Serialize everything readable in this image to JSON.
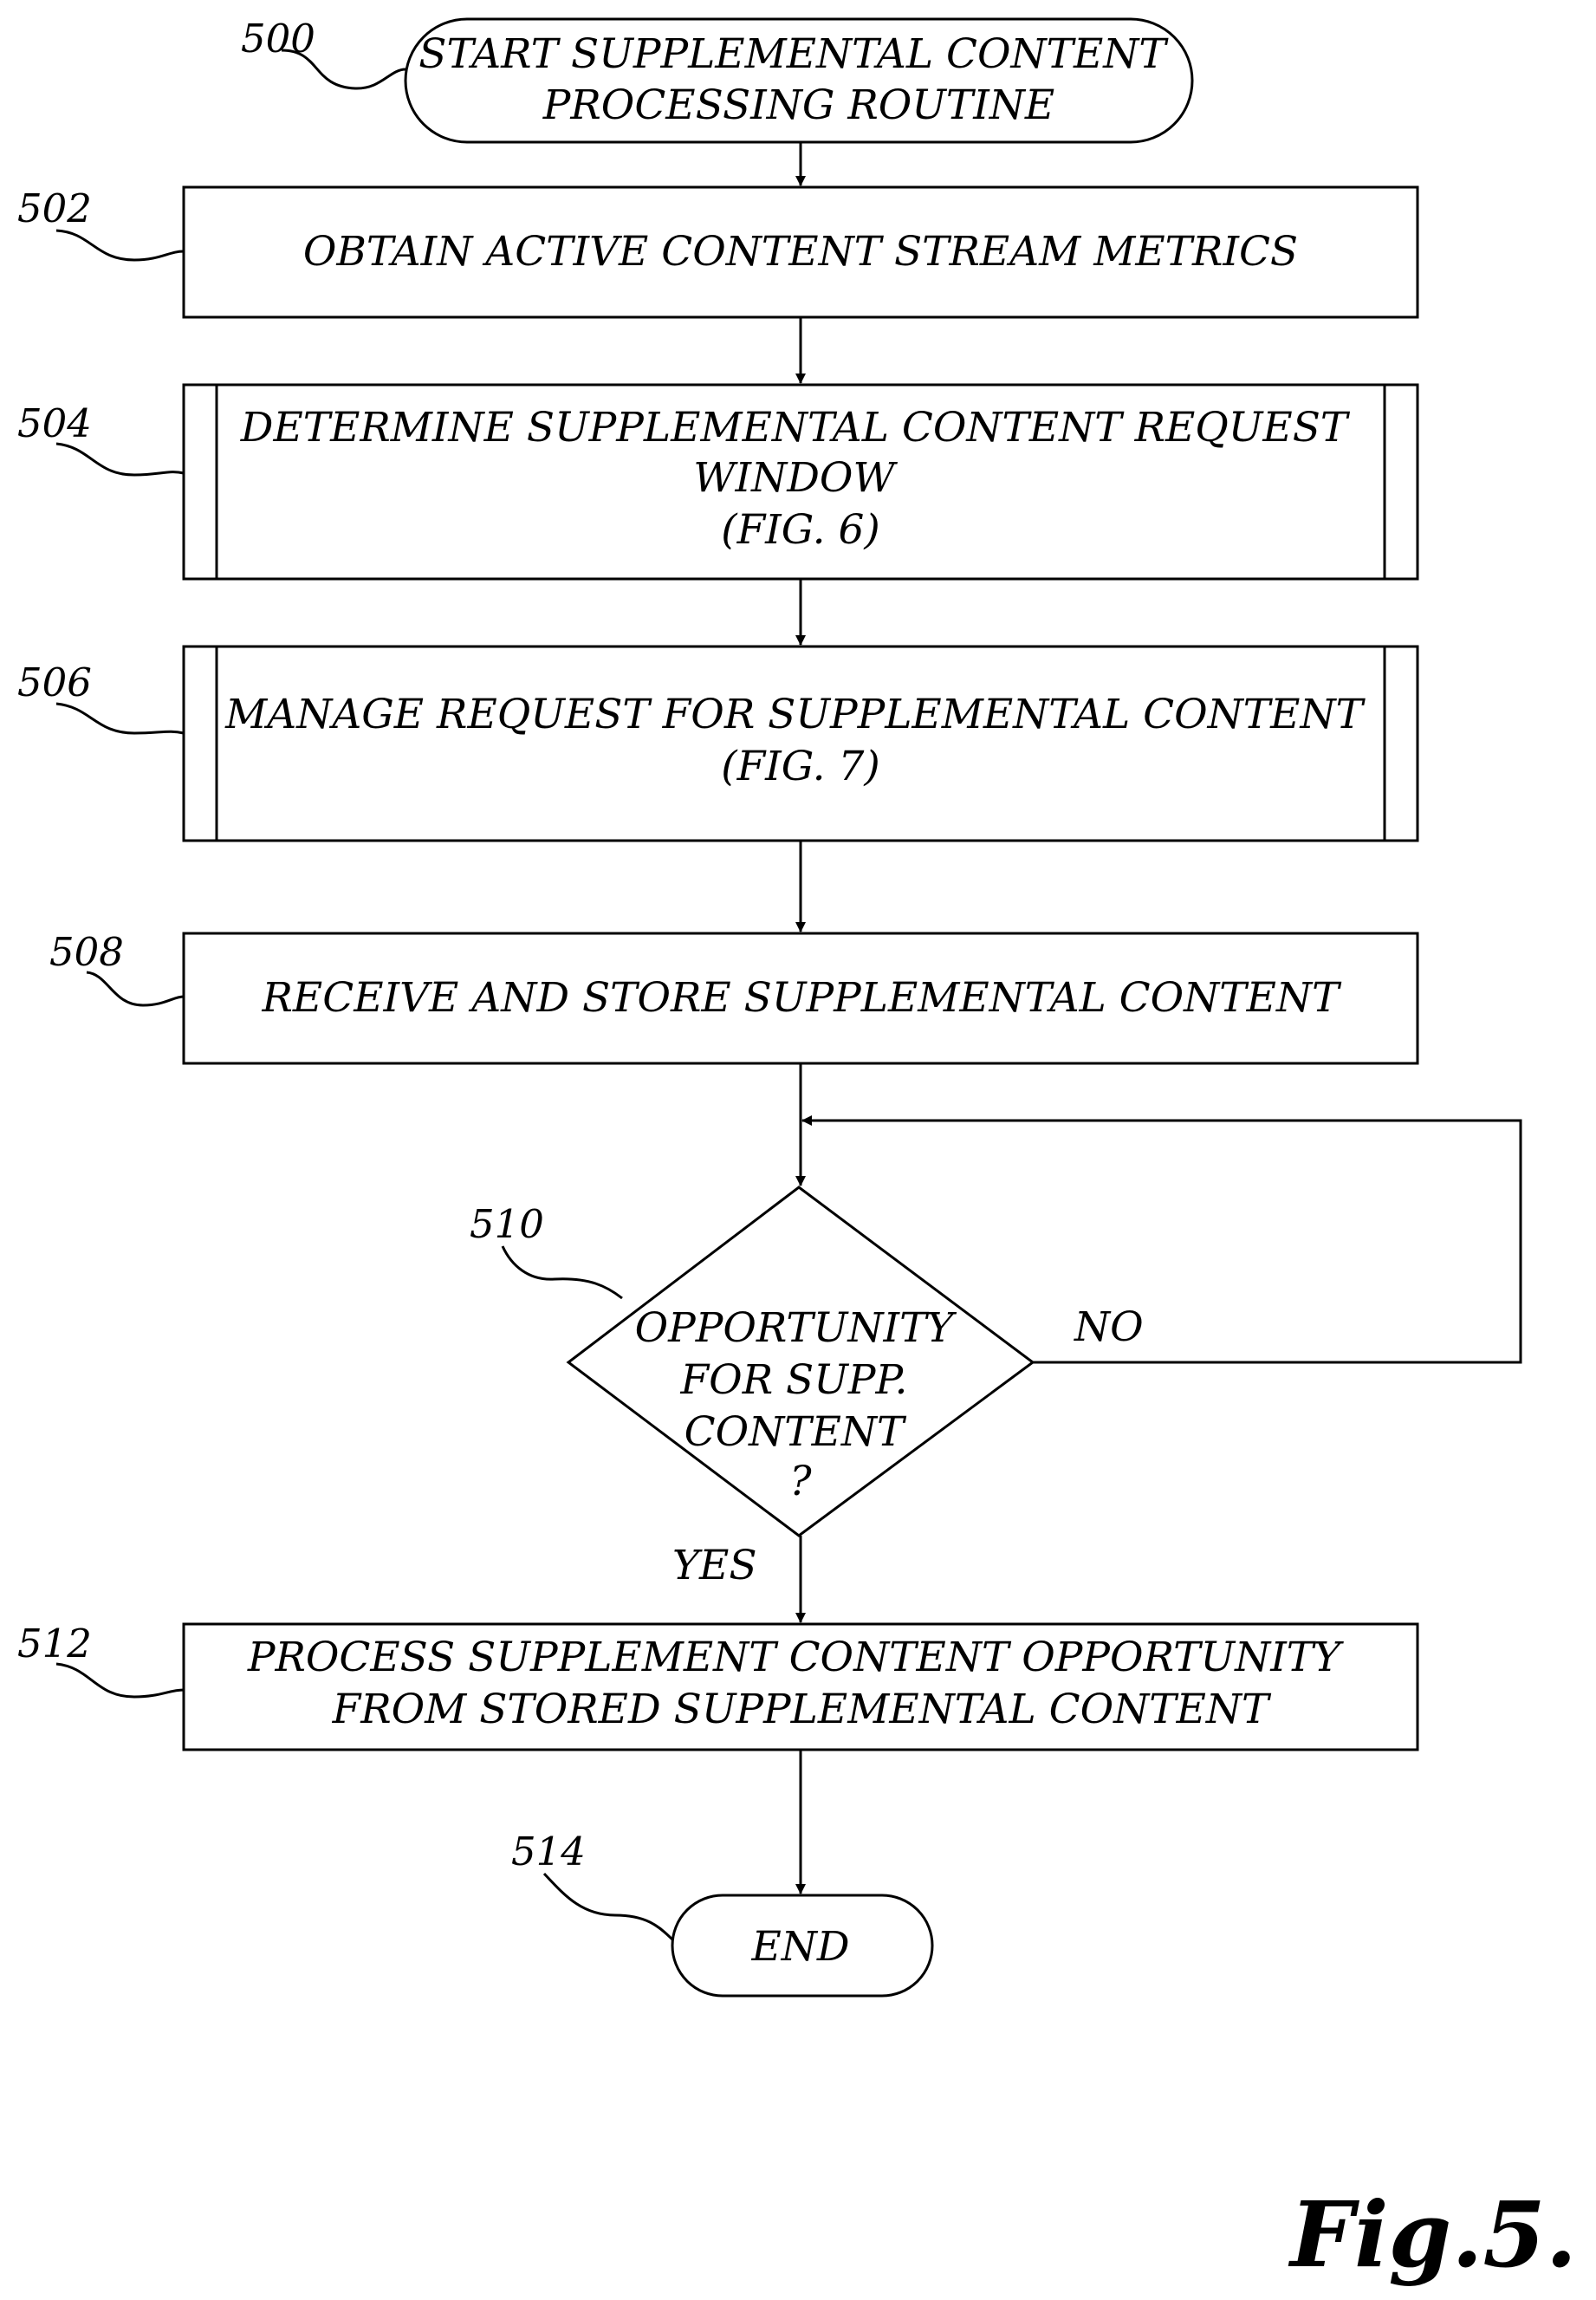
{
  "figure_label": "Fig.5.",
  "nodes": {
    "n500": {
      "ref": "500",
      "lines": [
        "START SUPPLEMENTAL CONTENT",
        "PROCESSING ROUTINE"
      ]
    },
    "n502": {
      "ref": "502",
      "lines": [
        "OBTAIN ACTIVE CONTENT STREAM METRICS"
      ]
    },
    "n504": {
      "ref": "504",
      "lines": [
        "DETERMINE SUPPLEMENTAL CONTENT REQUEST",
        "WINDOW",
        "(FIG. 6)"
      ]
    },
    "n506": {
      "ref": "506",
      "lines": [
        "MANAGE REQUEST FOR SUPPLEMENTAL CONTENT",
        "(FIG. 7)"
      ]
    },
    "n508": {
      "ref": "508",
      "lines": [
        "RECEIVE AND STORE SUPPLEMENTAL CONTENT"
      ]
    },
    "n510": {
      "ref": "510",
      "lines": [
        "OPPORTUNITY",
        "FOR SUPP.",
        "CONTENT",
        "?"
      ]
    },
    "n512": {
      "ref": "512",
      "lines": [
        "PROCESS SUPPLEMENT CONTENT OPPORTUNITY",
        "FROM STORED SUPPLEMENTAL CONTENT"
      ]
    },
    "n514": {
      "ref": "514",
      "lines": [
        "END"
      ]
    }
  },
  "edge_labels": {
    "no": "NO",
    "yes": "YES"
  }
}
